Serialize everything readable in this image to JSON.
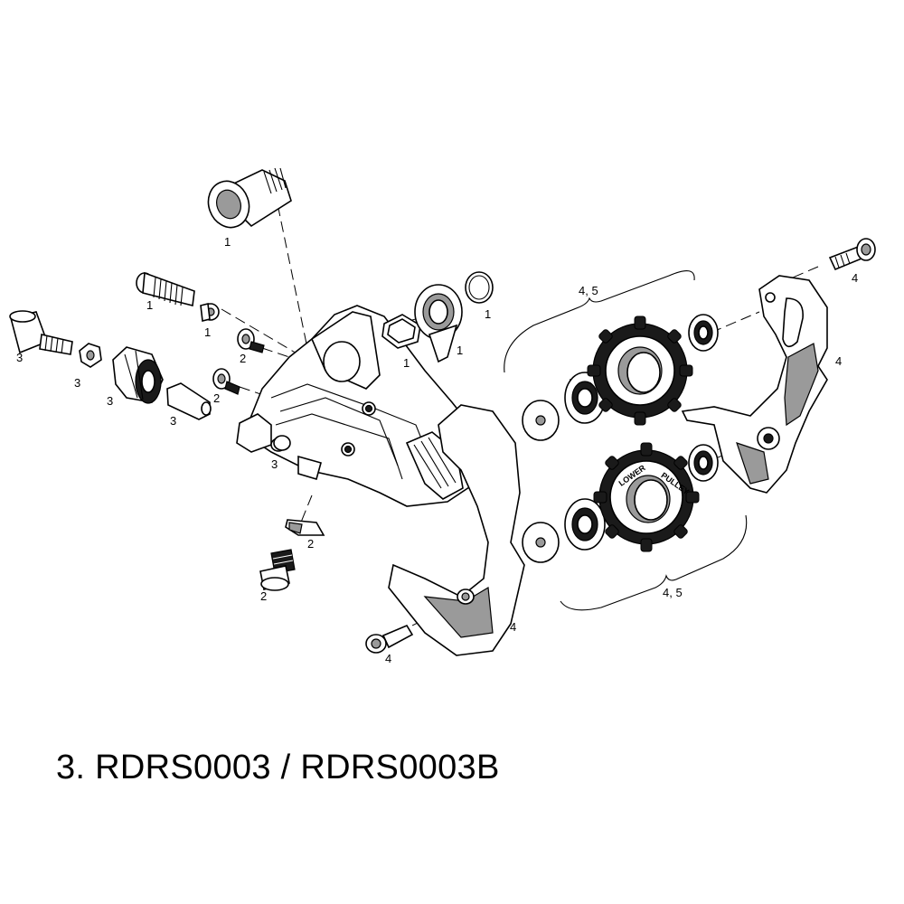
{
  "caption": "3. RDRS0003 / RDRS0003B",
  "callouts": {
    "b_bolt_top": "1",
    "pivot_bolt": "1",
    "bushing": "1",
    "washer_ring": "1",
    "seal_ring": "1",
    "o_ring": "1",
    "adjuster_cap": "3",
    "nut": "3",
    "barrel_adjuster": "3",
    "ferrule": "3",
    "clip": "3",
    "screw_upper": "2",
    "screw_lower": "2",
    "cable_clamp": "2",
    "clamp_bolt": "2",
    "cage_screw_top": "4",
    "outer_plate": "4",
    "inner_plate": "4",
    "cage_screw_bottom": "4",
    "upper_pulley": "4, 5",
    "lower_pulley": "4, 5"
  },
  "pulley_text": {
    "lower": "LOWER",
    "pulley": "PULLEY"
  }
}
